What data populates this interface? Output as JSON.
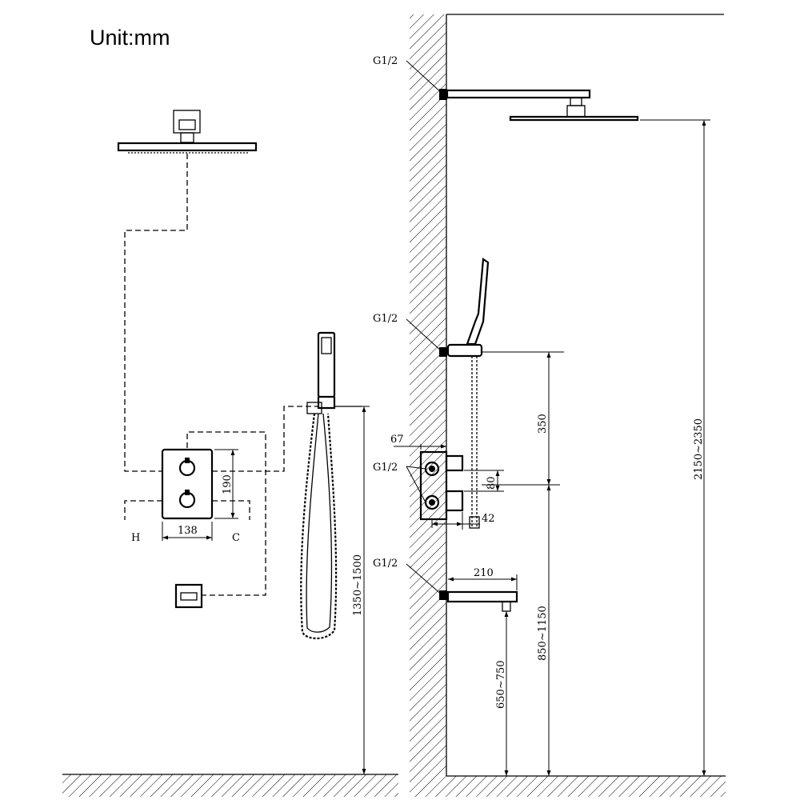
{
  "unit_label": "Unit:mm",
  "connection_labels": [
    "G1/2",
    "G1/2",
    "G1/2",
    "G1/2"
  ],
  "valve_labels": {
    "hot": "H",
    "cold": "C"
  },
  "dimensions": {
    "panel_width": "138",
    "panel_height": "190",
    "hand_shower_height": "1350~1500",
    "rail_spacing": "350",
    "valve_depth": "67",
    "valve_offset": "80",
    "valve_body_depth": "42",
    "spout_length": "210",
    "spout_height": "650~750",
    "valve_height": "850~1150",
    "head_height": "2150~2350"
  },
  "colors": {
    "line": "#000000",
    "background": "#ffffff"
  }
}
